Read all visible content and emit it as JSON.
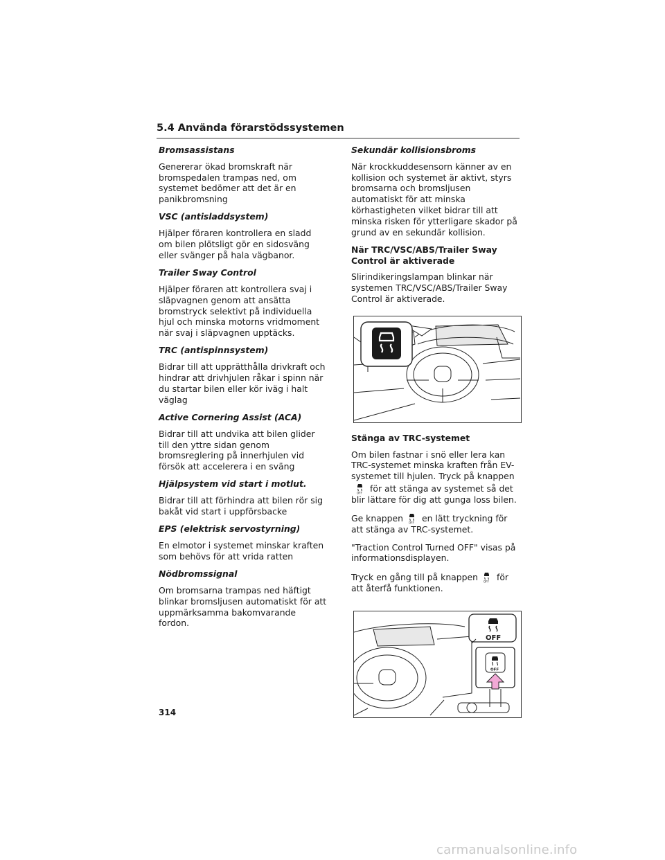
{
  "section_header": "5.4 Använda förarstödssystemen",
  "left_column": [
    {
      "heading": "Bromsassistans",
      "body": "Genererar ökad bromskraft när bromspedalen trampas ned, om systemet bedömer att det är en panikbromsning"
    },
    {
      "heading": "VSC (antisladdsystem)",
      "body": "Hjälper föraren kontrollera en sladd om bilen plötsligt gör en sidosväng eller svänger på hala vägbanor."
    },
    {
      "heading": "Trailer Sway Control",
      "body": "Hjälper föraren att kontrollera svaj i släpvagnen genom att ansätta bromstryck selektivt på individuella hjul och minska motorns vridmoment när svaj i släpvagnen upptäcks."
    },
    {
      "heading": "TRC (antispinnsystem)",
      "body": "Bidrar till att upprätthålla drivkraft och hindrar att drivhjulen råkar i spinn när du startar bilen eller kör iväg i halt väglag"
    },
    {
      "heading": "Active Cornering Assist (ACA)",
      "body": "Bidrar till att undvika att bilen glider till den yttre sidan genom bromsreglering på innerhjulen vid försök att accelerera i en sväng"
    },
    {
      "heading": "Hjälpsystem vid start i motlut.",
      "body": "Bidrar till att förhindra att bilen rör sig bakåt vid start i uppförsbacke"
    },
    {
      "heading": "EPS (elektrisk servostyrning)",
      "body": "En elmotor i systemet minskar kraften som behövs för att vrida ratten"
    },
    {
      "heading": "Nödbromssignal",
      "body": "Om bromsarna trampas ned häftigt blinkar bromsljusen automatiskt för att uppmärksamma bakomvarande fordon."
    }
  ],
  "right_column": {
    "secondary": {
      "heading": "Sekundär kollisionsbroms",
      "body": "När krockkuddesensorn känner av en kollision och systemet är aktivt, styrs bromsarna och bromsljusen automatiskt för att minska körhastigheten vilket bidrar till att minska risken för ytterligare skador på grund av en sekundär kollision."
    },
    "activated": {
      "heading": "När TRC/VSC/ABS/Trailer Sway Control är aktiverade",
      "body": "Slirindikeringslampan blinkar när systemen TRC/VSC/ABS/Trailer Sway Control är aktiverade."
    },
    "trc_off": {
      "heading": "Stänga av TRC-systemet",
      "p1_before": "Om bilen fastnar i snö eller lera kan TRC-systemet minska kraften från EV-systemet till hjulen. Tryck på knappen",
      "p1_after": "för att stänga av systemet så det blir lättare för dig att gunga loss bilen.",
      "p2_before": "Ge knappen",
      "p2_after": "en lätt tryckning för att stänga av TRC-systemet.",
      "p3": "\"Traction Control Turned OFF\" visas på informationsdisplayen.",
      "p4_before": "Tryck en gång till på knappen",
      "p4_after": "för att återfå funktionen."
    },
    "figure2_label_large": "OFF",
    "figure2_label_small": "OFF"
  },
  "icons": [
    "slip-indicator-icon",
    "trc-off-button-icon",
    "press-arrow-icon"
  ],
  "colors": {
    "arrow_pink": "#f2a9d6",
    "indicator_dark": "#1a1a1a"
  },
  "page_number": "314",
  "watermark": "carmanualsonline.info"
}
